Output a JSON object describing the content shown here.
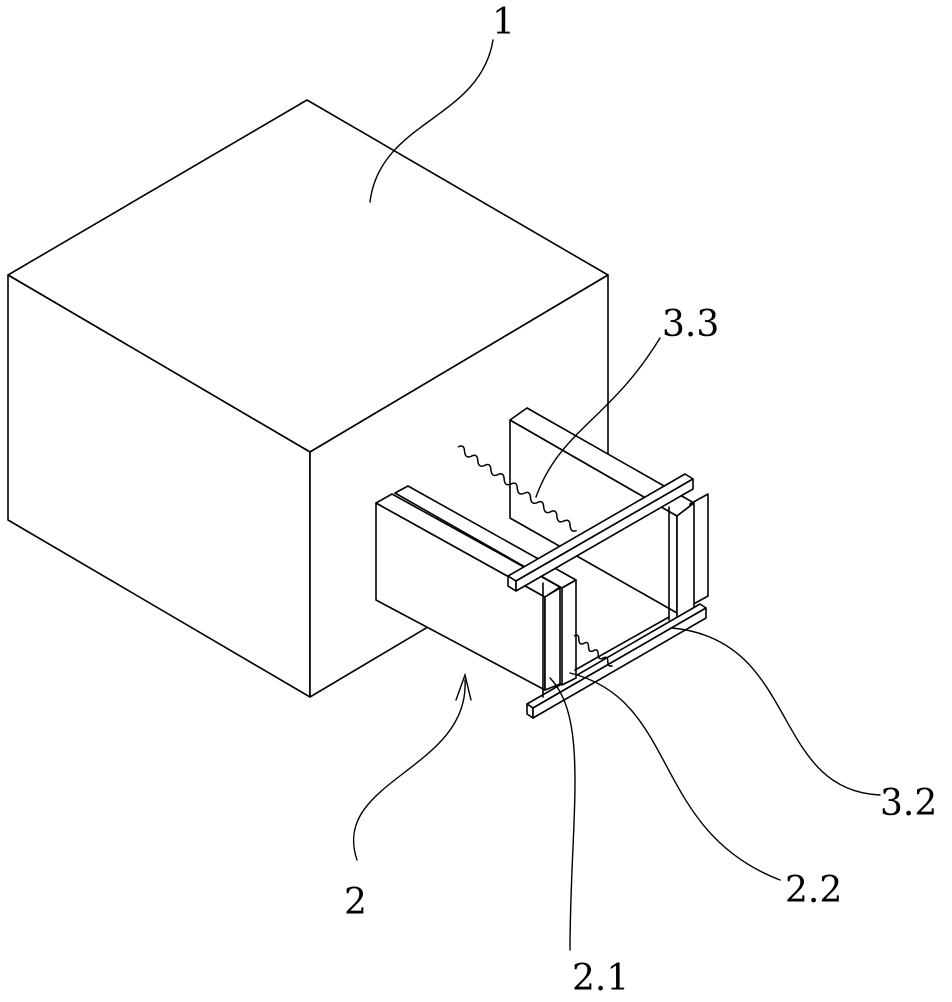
{
  "labels": {
    "housing": "1",
    "assembly": "2",
    "part_2_1": "2.1",
    "part_2_2": "2.2",
    "part_3_2": "3.2",
    "part_3_3": "3.3"
  }
}
